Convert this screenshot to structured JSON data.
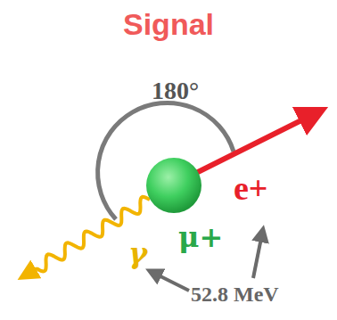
{
  "diagram": {
    "title": "Signal",
    "labels": [
      "180°",
      "e+",
      "μ+",
      "γ",
      "52.8 MeV"
    ]
  }
}
